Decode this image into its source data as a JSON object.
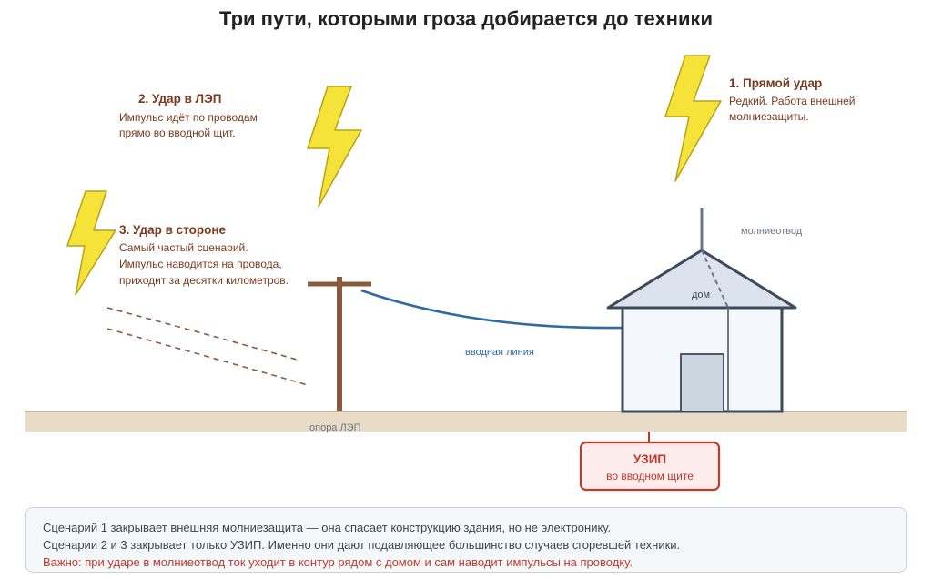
{
  "title": "Три пути, которыми гроза добирается до техники",
  "colors": {
    "bolt_fill": "#f5e33a",
    "bolt_stroke": "#b8a21a",
    "heading": "#7a3b1f",
    "text": "#7a3b1f",
    "ground": "#e8dcc8",
    "ground_line": "#bca98a",
    "pole": "#8a5a3c",
    "wire": "#2f6aa3",
    "house_stroke": "#3d4a5c",
    "house_fill": "#f4f7fb",
    "roof_fill": "#dde3ec",
    "door_fill": "#ccd6e0",
    "uzip_stroke": "#c0392b",
    "uzip_fill": "#fdecec",
    "warning": "#c0392b",
    "note_text": "#3a4652",
    "gray": "#6b7785"
  },
  "scenarios": {
    "direct": {
      "heading": "1. Прямой удар",
      "line1": "Редкий. Работа внешней",
      "line2": "молниезащиты."
    },
    "power_line": {
      "heading": "2. Удар в ЛЭП",
      "line1": "Импульс идёт по проводам",
      "line2": "прямо во вводной щит."
    },
    "nearby": {
      "heading": "3. Удар в стороне",
      "line1": "Самый частый сценарий.",
      "line2": "Импульс наводится на провода,",
      "line3": "приходит за десятки километров."
    }
  },
  "labels": {
    "lightning_rod": "молниеотвод",
    "house": "дом",
    "service_line": "вводная линия",
    "pole": "опора ЛЭП"
  },
  "uzip": {
    "title": "УЗИП",
    "subtitle": "во вводном щите"
  },
  "notes": {
    "line1": "Сценарий 1 закрывает внешняя молниезащита — она спасает конструкцию здания, но не электронику.",
    "line2": "Сценарии 2 и 3 закрывает только УЗИП. Именно они дают подавляющее большинство случаев сгоревшей техники.",
    "warning": "Важно: при ударе в молниеотвод ток уходит в контур рядом с домом и сам наводит импульсы на проводку."
  }
}
